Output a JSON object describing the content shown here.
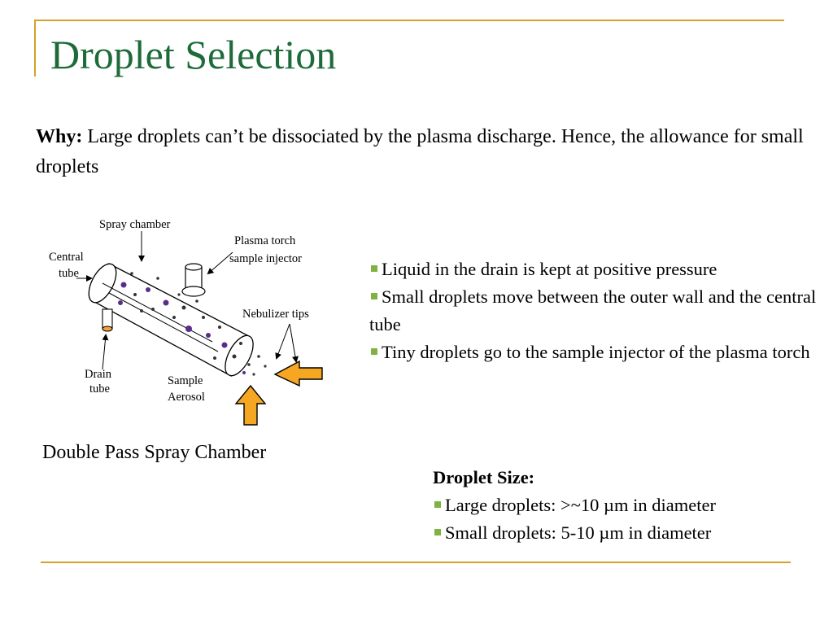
{
  "slide": {
    "title": "Droplet Selection",
    "why_label": "Why:",
    "why_text": " Large droplets can’t be dissociated by the plasma discharge. Hence, the allowance for small droplets",
    "caption": "Double Pass Spray Chamber",
    "diagram": {
      "labels": {
        "spray_chamber": "Spray chamber",
        "plasma_torch_1": "Plasma torch",
        "plasma_torch_2": "sample injector",
        "central_1": "Central",
        "central_2": "tube",
        "nebulizer": "Nebulizer tips",
        "drain_1": "Drain",
        "drain_2": "tube",
        "sample_1": "Sample",
        "sample_2": "Aerosol"
      }
    },
    "bullets": [
      "Liquid in the drain is kept at positive pressure",
      "Small droplets move between the outer wall and the central tube",
      "Tiny droplets go to the sample injector of  the plasma torch"
    ],
    "droplet_size": {
      "heading": "Droplet Size:",
      "items": [
        "Large droplets: >~10 µm in diameter",
        "Small droplets: 5-10 µm in diameter"
      ]
    }
  },
  "colors": {
    "title": "#1e6b3a",
    "rule": "#d6a12b",
    "bullet": "#7fb241",
    "arrow_fill": "#f5a623"
  }
}
